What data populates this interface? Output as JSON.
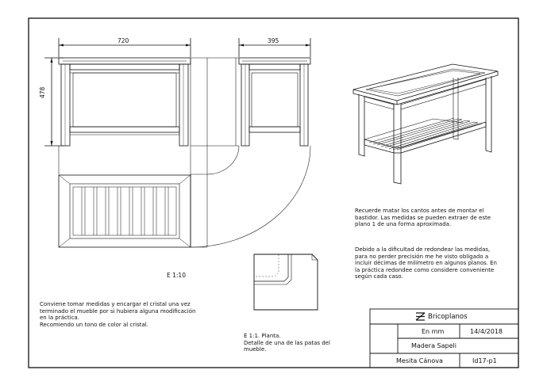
{
  "views": {
    "front_width": "720",
    "side_width": "395",
    "height": "478",
    "scale_main": "E 1:10"
  },
  "notes": {
    "right_top": "Recuerde matar los cantos antes de montar el\nbastidor. Las medidas se pueden extraer de este\nplano 1 de una forma aproximada.",
    "right_mid": "Debido a la dificultad de redondear las medidas,\npara no perder precisión me he visto obligado a\nincluir décimas de milímetro en algunos planos. En\nla práctica redondee como considere conveniente\nsegún cada caso.",
    "left_bottom": "Conviene tomar medidas y encargar el cristal una vez\nterminado el mueble por si hubiera alguna modificación\nen la práctica.\nRecomiendo un tono de color al cristal.",
    "detail": "E 1:1. Planta.\nDetalle de una de las patas del\nmueble."
  },
  "title_block": {
    "brand": "Bricoplanos",
    "units": "En mm",
    "date": "14/4/2018",
    "material": "Madera Sapeli",
    "name": "Mesita Cánova",
    "code": "Id17-p1"
  }
}
